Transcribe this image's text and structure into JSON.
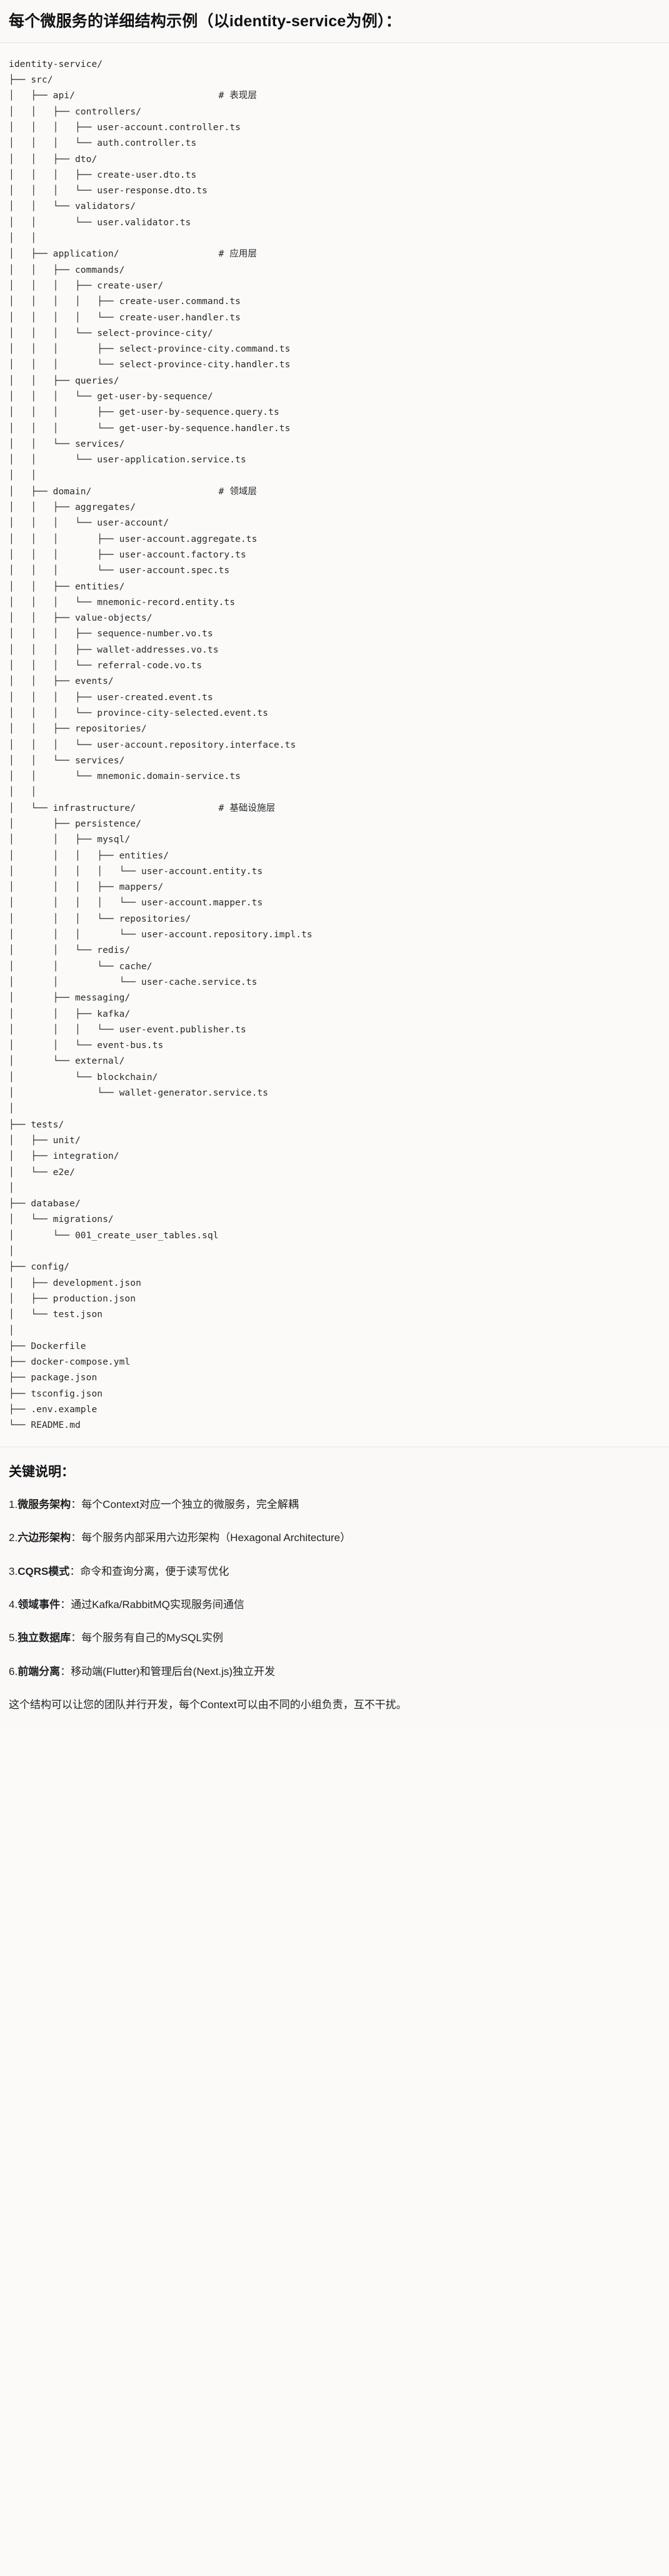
{
  "header": {
    "title": "每个微服务的详细结构示例（以identity-service为例）："
  },
  "tree": {
    "root_label": "identity-service/",
    "text": "identity-service/\n├── src/\n│   ├── api/                          # 表现层\n│   │   ├── controllers/\n│   │   │   ├── user-account.controller.ts\n│   │   │   └── auth.controller.ts\n│   │   ├── dto/\n│   │   │   ├── create-user.dto.ts\n│   │   │   └── user-response.dto.ts\n│   │   └── validators/\n│   │       └── user.validator.ts\n│   │\n│   ├── application/                  # 应用层\n│   │   ├── commands/\n│   │   │   ├── create-user/\n│   │   │   │   ├── create-user.command.ts\n│   │   │   │   └── create-user.handler.ts\n│   │   │   └── select-province-city/\n│   │   │       ├── select-province-city.command.ts\n│   │   │       └── select-province-city.handler.ts\n│   │   ├── queries/\n│   │   │   └── get-user-by-sequence/\n│   │   │       ├── get-user-by-sequence.query.ts\n│   │   │       └── get-user-by-sequence.handler.ts\n│   │   └── services/\n│   │       └── user-application.service.ts\n│   │\n│   ├── domain/                       # 领域层\n│   │   ├── aggregates/\n│   │   │   └── user-account/\n│   │   │       ├── user-account.aggregate.ts\n│   │   │       ├── user-account.factory.ts\n│   │   │       └── user-account.spec.ts\n│   │   ├── entities/\n│   │   │   └── mnemonic-record.entity.ts\n│   │   ├── value-objects/\n│   │   │   ├── sequence-number.vo.ts\n│   │   │   ├── wallet-addresses.vo.ts\n│   │   │   └── referral-code.vo.ts\n│   │   ├── events/\n│   │   │   ├── user-created.event.ts\n│   │   │   └── province-city-selected.event.ts\n│   │   ├── repositories/\n│   │   │   └── user-account.repository.interface.ts\n│   │   └── services/\n│   │       └── mnemonic.domain-service.ts\n│   │\n│   └── infrastructure/               # 基础设施层\n│       ├── persistence/\n│       │   ├── mysql/\n│       │   │   ├── entities/\n│       │   │   │   └── user-account.entity.ts\n│       │   │   ├── mappers/\n│       │   │   │   └── user-account.mapper.ts\n│       │   │   └── repositories/\n│       │   │       └── user-account.repository.impl.ts\n│       │   └── redis/\n│       │       └── cache/\n│       │           └── user-cache.service.ts\n│       ├── messaging/\n│       │   ├── kafka/\n│       │   │   └── user-event.publisher.ts\n│       │   └── event-bus.ts\n│       └── external/\n│           └── blockchain/\n│               └── wallet-generator.service.ts\n│\n├── tests/\n│   ├── unit/\n│   ├── integration/\n│   └── e2e/\n│\n├── database/\n│   └── migrations/\n│       └── 001_create_user_tables.sql\n│\n├── config/\n│   ├── development.json\n│   ├── production.json\n│   └── test.json\n│\n├── Dockerfile\n├── docker-compose.yml\n├── package.json\n├── tsconfig.json\n├── .env.example\n└── README.md",
    "layer_comments": [
      "# 表现层",
      "# 应用层",
      "# 领域层",
      "# 基础设施层"
    ]
  },
  "notes": {
    "title": "关键说明：",
    "items": [
      {
        "num": "1.",
        "term": "微服务架构",
        "sep": "：",
        "desc": "每个Context对应一个独立的微服务，完全解耦"
      },
      {
        "num": "2.",
        "term": "六边形架构",
        "sep": "：",
        "desc": "每个服务内部采用六边形架构（Hexagonal Architecture）"
      },
      {
        "num": "3.",
        "term": "CQRS模式",
        "sep": "：",
        "desc": "命令和查询分离，便于读写优化"
      },
      {
        "num": "4.",
        "term": "领域事件",
        "sep": "：",
        "desc": "通过Kafka/RabbitMQ实现服务间通信"
      },
      {
        "num": "5.",
        "term": "独立数据库",
        "sep": "：",
        "desc": "每个服务有自己的MySQL实例"
      },
      {
        "num": "6.",
        "term": "前端分离",
        "sep": "：",
        "desc": "移动端(Flutter)和管理后台(Next.js)独立开发"
      }
    ],
    "footer": "这个结构可以让您的团队并行开发，每个Context可以由不同的小组负责，互不干扰。"
  }
}
